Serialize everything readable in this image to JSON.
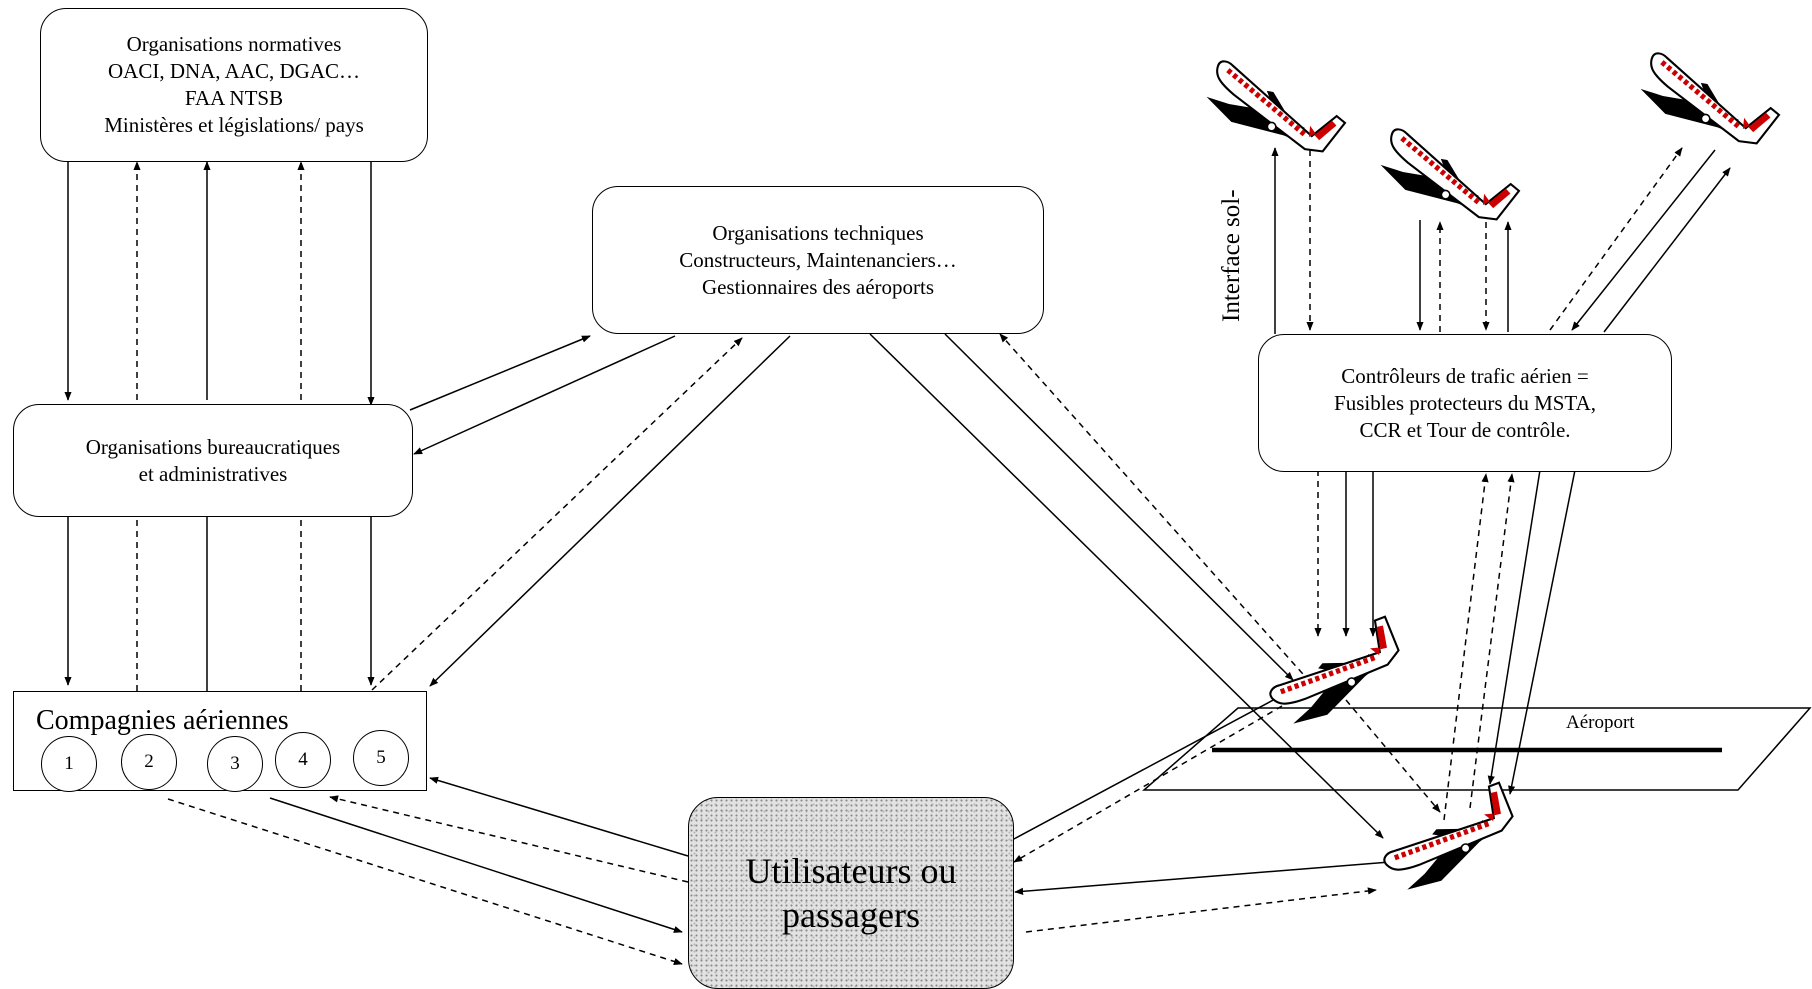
{
  "normative": {
    "lines": [
      "Organisations normatives",
      "OACI, DNA, AAC, DGAC…",
      "FAA  NTSB",
      "Ministères et législations/ pays"
    ]
  },
  "technical": {
    "lines": [
      "Organisations techniques",
      "Constructeurs, Maintenanciers…",
      "Gestionnaires des aéroports"
    ]
  },
  "bureaucratic": {
    "lines": [
      "Organisations bureaucratiques",
      "et administratives"
    ]
  },
  "controllers": {
    "lines": [
      "Contrôleurs de trafic aérien =",
      "Fusibles protecteurs du MSTA,",
      "CCR et Tour de contrôle."
    ]
  },
  "companies": {
    "label": "Compagnies aériennes",
    "numbers": [
      "1",
      "2",
      "3",
      "4",
      "5"
    ]
  },
  "users": {
    "lines": [
      "Utilisateurs ou",
      "passagers"
    ]
  },
  "interface_label": "Interface sol-",
  "airport_label": "Aéroport",
  "colors": {
    "stroke": "#000000",
    "plane_body": "#ffffff",
    "plane_stripe": "#cc0000",
    "plane_shadow": "#000000"
  },
  "icons": [
    "airplane-icon"
  ]
}
